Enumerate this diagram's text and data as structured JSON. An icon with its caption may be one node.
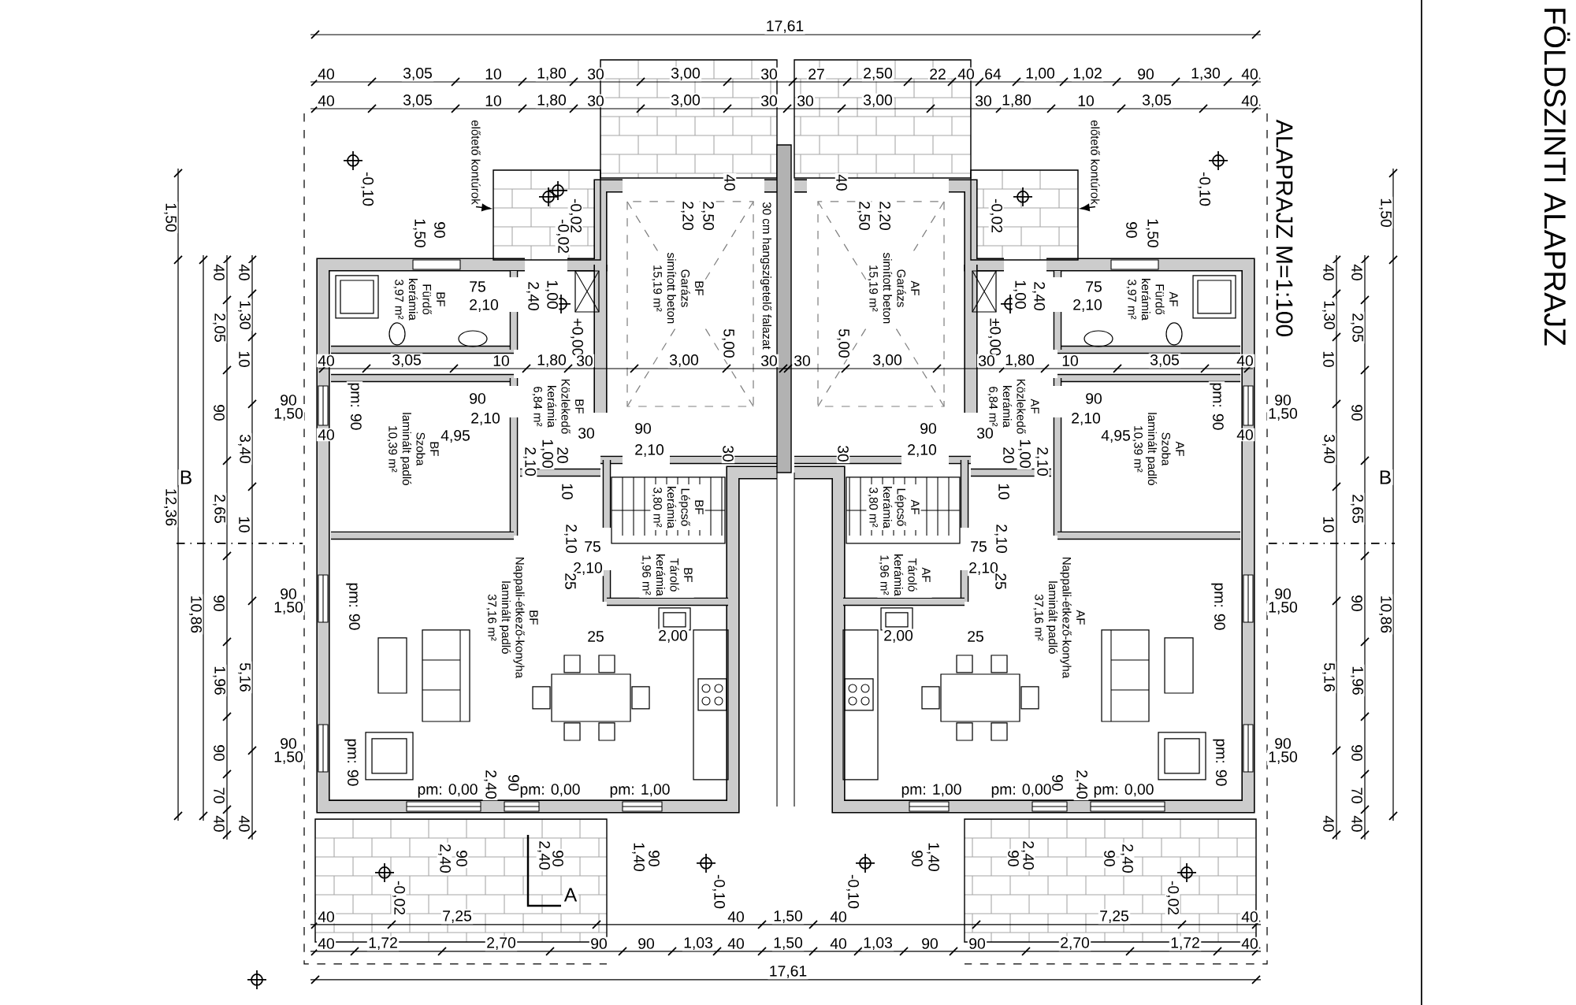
{
  "diagram": {
    "title": "FÖLDSZINTI ALAPRAJZ",
    "nodes": [
      {
        "text": [
          "BF",
          "Garázs",
          "simított beton",
          "15,19 m²"
        ]
      },
      {
        "text": [
          "BF",
          "Fürdő",
          "kerámia",
          "3,97 m²"
        ]
      },
      {
        "text": [
          "BF",
          "Szoba",
          "laminált padló",
          "10,39 m²"
        ]
      },
      {
        "text": [
          "BF",
          "Közlekedő",
          "kerámia",
          "6,84 m²"
        ]
      },
      {
        "text": [
          "BF",
          "Lépcső",
          "kerámia",
          "3,80 m²"
        ]
      },
      {
        "text": [
          "BF",
          "Tároló",
          "kerámia",
          "1,96 m²"
        ]
      },
      {
        "text": [
          "BF",
          "Nappali-étkező-konyha",
          "laminált padló",
          "37,16 m²"
        ]
      },
      {
        "text": [
          "előtető kontúrok"
        ]
      },
      {
        "text": [
          "AF",
          "Garázs",
          "simított beton",
          "15,19 m²"
        ]
      },
      {
        "text": [
          "AF",
          "Fürdő",
          "kerámia",
          "3,97 m²"
        ]
      },
      {
        "text": [
          "AF",
          "Szoba",
          "laminált padló",
          "10,39 m²"
        ]
      },
      {
        "text": [
          "AF",
          "Közlekedő",
          "kerámia",
          "6,84 m²"
        ]
      },
      {
        "text": [
          "AF",
          "Lépcső",
          "kerámia",
          "3,80 m²"
        ]
      },
      {
        "text": [
          "AF",
          "Tároló",
          "kerámia",
          "1,96 m²"
        ]
      },
      {
        "text": [
          "AF",
          "Nappali-étkező-konyha",
          "laminált padló",
          "37,16 m²"
        ]
      },
      {
        "text": [
          "előtető kontúrok"
        ]
      },
      {
        "text": [],
        "shape": "box"
      },
      {
        "text": [],
        "shape": "box"
      }
    ],
    "edges": [
      {
        "from": 7,
        "to": 16,
        "arrow": "to"
      },
      {
        "from": 15,
        "to": 17,
        "arrow": "to"
      }
    ],
    "labels": [
      "17,61",
      "40",
      "3,05",
      "10",
      "1,80",
      "30",
      "3,00",
      "30",
      "27",
      "2,50",
      "22",
      "40",
      "64",
      "1,00",
      "1,02",
      "90",
      "1,30",
      "40",
      "40",
      "3,05",
      "10",
      "1,80",
      "30",
      "3,00",
      "30",
      "30",
      "3,00",
      "30",
      "1,80",
      "10",
      "3,05",
      "40",
      "1,50",
      "12,36",
      "10,86",
      "40",
      "2,05",
      "90",
      "2,65",
      "90",
      "1,96",
      "90",
      "70",
      "40",
      "40",
      "1,30",
      "10",
      "3,40",
      "10",
      "5,16",
      "40",
      "40",
      "1,30",
      "10",
      "3,40",
      "10",
      "5,16",
      "40",
      "40",
      "2,05",
      "90",
      "2,65",
      "90",
      "1,96",
      "90",
      "70",
      "40",
      "1,50",
      "10,86",
      "40",
      "7,25",
      "40",
      "1,50",
      "40",
      "7,25",
      "40",
      "40",
      "1,72",
      "2,70",
      "90",
      "90",
      "1,03",
      "40",
      "1,50",
      "40",
      "1,03",
      "90",
      "90",
      "2,70",
      "1,72",
      "40",
      "17,61",
      "ALAPRAJZ M=1:100",
      "-0,10",
      "1,50",
      "90",
      "-0,02",
      "-0,02",
      "75",
      "2,10",
      "2,40",
      "1,00",
      "+0,00",
      "40",
      "2,20",
      "2,50",
      "5,00",
      "30 cm hangszigetelő falazat",
      "40",
      "3,05",
      "10",
      "1,80",
      "30",
      "3,00",
      "30",
      "90",
      "1,50",
      "pm: 90",
      "90",
      "2,10",
      "40",
      "4,95",
      "30",
      "2,10",
      "1,00",
      "20",
      "90",
      "2,10",
      "30",
      "10",
      "2,10",
      "75",
      "2,10",
      "25",
      "90",
      "1,50",
      "pm: 90",
      "90",
      "1,50",
      "pm: 90",
      "25",
      "2,00",
      "pm: 0,00",
      "2,40",
      "90",
      "pm: 0,00",
      "pm: 1,00",
      "2,40",
      "90",
      "2,40",
      "90",
      "1,40",
      "90",
      "-0,02",
      "-0,10",
      "-0,10",
      "-0,02",
      "90",
      "1,50",
      "75",
      "2,10",
      "1,00",
      "2,40",
      "±0,00",
      "40",
      "2,50",
      "2,20",
      "5,00",
      "30",
      "3,00",
      "30",
      "1,80",
      "10",
      "3,05",
      "40",
      "90",
      "1,50",
      "pm: 90",
      "90",
      "2,10",
      "30",
      "4,95",
      "40",
      "20",
      "1,00",
      "2,10",
      "90",
      "30",
      "2,10",
      "10",
      "2,10",
      "75",
      "2,10",
      "25",
      "90",
      "1,50",
      "pm: 90",
      "90",
      "1,50",
      "pm: 90",
      "2,00",
      "25",
      "pm: 1,00",
      "pm: 0,00",
      "90",
      "2,40",
      "pm: 0,00",
      "90",
      "1,40",
      "90",
      "2,40",
      "90",
      "2,40",
      "-0,10",
      "-0,02",
      "A",
      "B",
      "B"
    ]
  }
}
